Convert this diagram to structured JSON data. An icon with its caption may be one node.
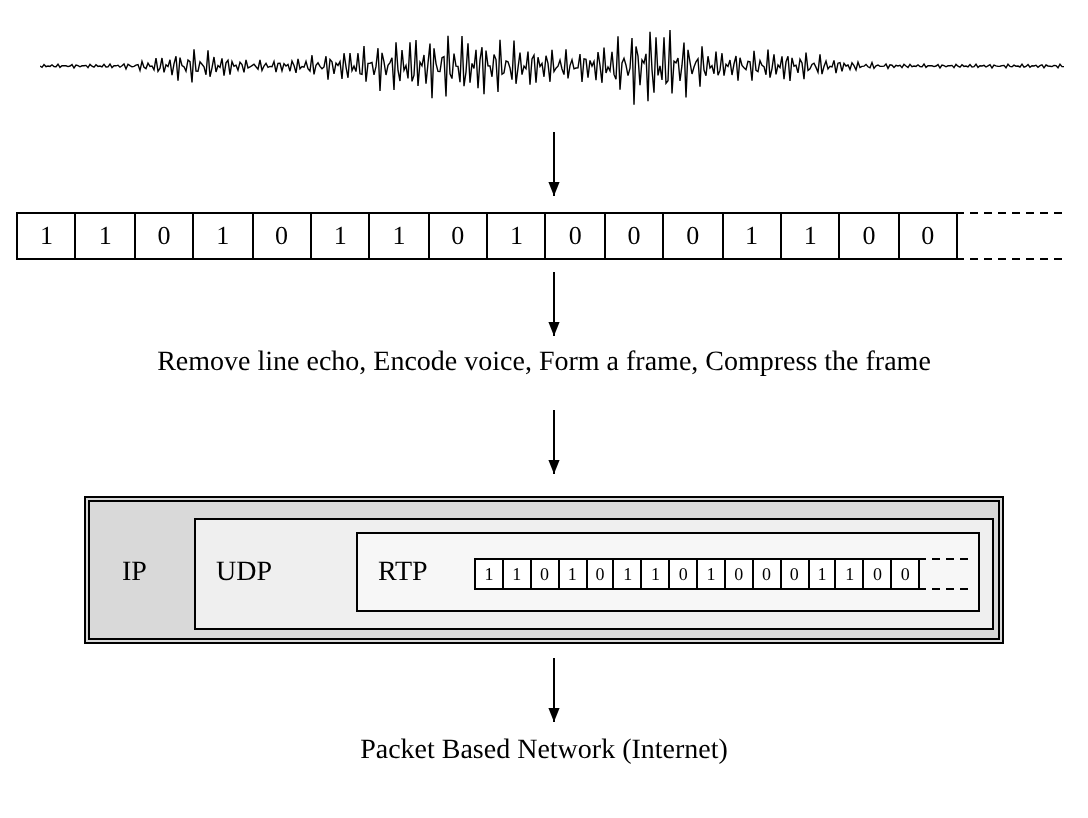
{
  "diagram": {
    "nodes": [
      {
        "text": [],
        "shape": "picture"
      },
      {
        "text": [],
        "shape": "bar"
      },
      {
        "text": [
          "1"
        ],
        "in": 1
      },
      {
        "text": [
          "1"
        ],
        "in": 1
      },
      {
        "text": [
          "0"
        ],
        "in": 1
      },
      {
        "text": [
          "1"
        ],
        "in": 1
      },
      {
        "text": [
          "0"
        ],
        "in": 1
      },
      {
        "text": [
          "1"
        ],
        "in": 1
      },
      {
        "text": [
          "1"
        ],
        "in": 1
      },
      {
        "text": [
          "0"
        ],
        "in": 1
      },
      {
        "text": [
          "1"
        ],
        "in": 1
      },
      {
        "text": [
          "0"
        ],
        "in": 1
      },
      {
        "text": [
          "0"
        ],
        "in": 1
      },
      {
        "text": [
          "0"
        ],
        "in": 1
      },
      {
        "text": [
          "1"
        ],
        "in": 1
      },
      {
        "text": [
          "1"
        ],
        "in": 1
      },
      {
        "text": [
          "0"
        ],
        "in": 1
      },
      {
        "text": [
          "0"
        ],
        "in": 1
      },
      {
        "text": [
          "Remove line echo, Encode voice, Form a frame, Compress the frame"
        ]
      },
      {
        "text": [
          "IP"
        ]
      },
      {
        "text": [
          "UDP"
        ],
        "in": 19
      },
      {
        "text": [
          "RTP"
        ],
        "in": 20
      },
      {
        "text": [],
        "shape": "bar",
        "in": 21
      },
      {
        "text": [
          "1"
        ],
        "in": 22
      },
      {
        "text": [
          "1"
        ],
        "in": 22
      },
      {
        "text": [
          "0"
        ],
        "in": 22
      },
      {
        "text": [
          "1"
        ],
        "in": 22
      },
      {
        "text": [
          "0"
        ],
        "in": 22
      },
      {
        "text": [
          "1"
        ],
        "in": 22
      },
      {
        "text": [
          "1"
        ],
        "in": 22
      },
      {
        "text": [
          "0"
        ],
        "in": 22
      },
      {
        "text": [
          "1"
        ],
        "in": 22
      },
      {
        "text": [
          "0"
        ],
        "in": 22
      },
      {
        "text": [
          "0"
        ],
        "in": 22
      },
      {
        "text": [
          "0"
        ],
        "in": 22
      },
      {
        "text": [
          "1"
        ],
        "in": 22
      },
      {
        "text": [
          "1"
        ],
        "in": 22
      },
      {
        "text": [
          "0"
        ],
        "in": 22
      },
      {
        "text": [
          "0"
        ],
        "in": 22
      },
      {
        "text": [
          "Packet Based Network (Internet)"
        ]
      }
    ],
    "edges": [
      {
        "from": 0,
        "to": 1,
        "arrow": "to"
      },
      {
        "from": 1,
        "to": 18,
        "arrow": "to"
      },
      {
        "from": 18,
        "to": 19,
        "arrow": "to"
      },
      {
        "from": 19,
        "to": 39,
        "arrow": "to"
      }
    ]
  }
}
